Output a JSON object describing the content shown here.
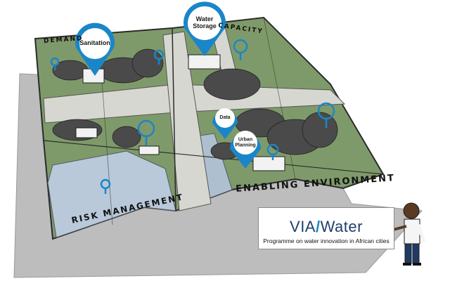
{
  "pins": {
    "sanitation": "Sanitation",
    "water_storage": "Water\nStorage",
    "data": "Data",
    "urban_planning": "Urban\nPlanning"
  },
  "map_labels": {
    "demand": "DEMAND",
    "capacity": "CAPACITY",
    "risk_management": "RISK MANAGEMENT",
    "enabling_environment": "ENABLING ENVIRONMENT"
  },
  "logo": {
    "brand_left": "VIA",
    "brand_slash": "/",
    "brand_right": "Water",
    "tagline": "Programme on water innovation in African cities"
  },
  "colors": {
    "pin_blue": "#1a86c8",
    "map_green": "#7f9a6a",
    "water": "#b9c9d9",
    "road": "#d7d7d2"
  }
}
